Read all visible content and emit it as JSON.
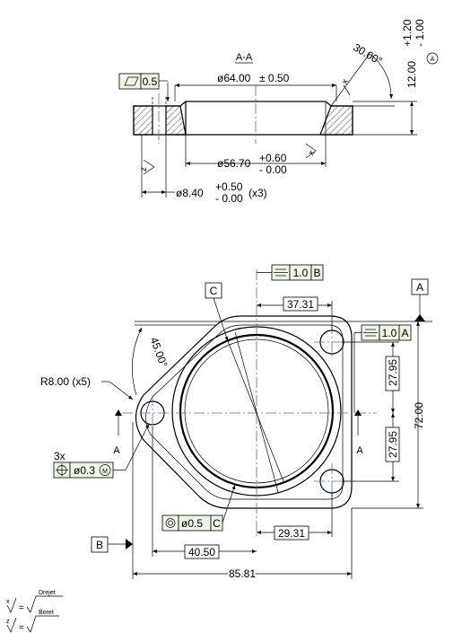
{
  "section": {
    "title": "A-A",
    "flatness_value": "0.5",
    "outer_dia_value": "ø64.00",
    "outer_dia_tol": "± 0.50",
    "inner_dia_value": "ø56.70",
    "inner_dia_tol_upper": "+0.60",
    "inner_dia_tol_lower": "- 0.00",
    "hole_dia_value": "ø8.40",
    "hole_dia_tol_upper": "+0.50",
    "hole_dia_tol_lower": "- 0.00",
    "hole_count": "(x3)",
    "chamfer_angle": "30.00°",
    "thickness_value": "12.00",
    "thickness_tol_upper": "+1.20",
    "thickness_tol_lower": "- 1.00",
    "datum_A_circle": "A",
    "surface_x": "x",
    "surface_z": "z"
  },
  "plan": {
    "datum_c": "C",
    "datum_a": "A",
    "datum_b": "B",
    "symmetry_tol": "1.0",
    "symmetry_ref": "B",
    "symmetry2_tol": "1.0",
    "symmetry2_ref": "A",
    "dim_37_31": "37.31",
    "dim_45": "45.00°",
    "dim_r8": "R8.00 (x5)",
    "dim_27_95_top": "27.95",
    "dim_27_95_bottom": "27.95",
    "dim_72": "72.00",
    "dim_3x": "3x",
    "position_tol": "ø0.3",
    "position_mod": "M",
    "concentric_tol": "ø0.5",
    "concentric_ref": "C",
    "dim_29_31": "29.31",
    "dim_40_50": "40.50",
    "dim_85_81": "85.81",
    "section_mark_left": "A",
    "section_mark_right": "A"
  },
  "legend": {
    "x_label": "x",
    "x_text": "Drejet",
    "z_label": "z",
    "z_text": "Boret",
    "equals": "="
  }
}
